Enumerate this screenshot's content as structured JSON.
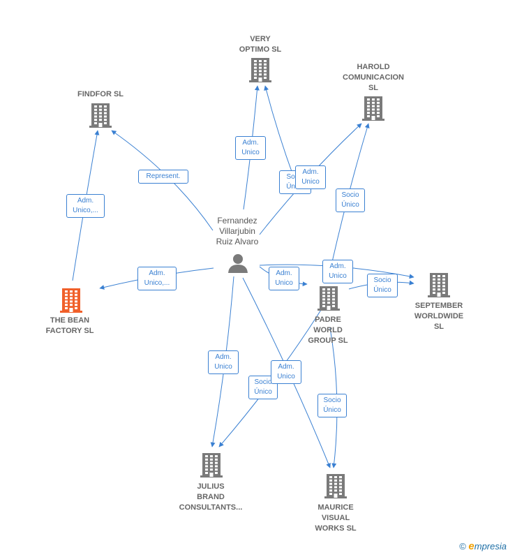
{
  "colors": {
    "edge": "#3a80d2",
    "building": "#7a7a7a",
    "focus": "#f0602a",
    "person": "#7a7a7a"
  },
  "nodes": [
    {
      "id": "very_optimo",
      "label": "VERY\nOPTIMO  SL",
      "kind": "company"
    },
    {
      "id": "harold",
      "label": "HAROLD\nCOMUNICACION\nSL",
      "kind": "company"
    },
    {
      "id": "findfor",
      "label": "FINDFOR  SL",
      "kind": "company"
    },
    {
      "id": "person",
      "label": "Fernandez\nVillarjubin\nRuiz Alvaro",
      "kind": "person"
    },
    {
      "id": "bean",
      "label": "THE BEAN\nFACTORY  SL",
      "kind": "focus"
    },
    {
      "id": "padre",
      "label": "PADRE\nWORLD\nGROUP  SL",
      "kind": "company"
    },
    {
      "id": "september",
      "label": "SEPTEMBER\nWORLDWIDE\nSL",
      "kind": "company"
    },
    {
      "id": "julius",
      "label": "JULIUS\nBRAND\nCONSULTANTS...",
      "kind": "company"
    },
    {
      "id": "maurice",
      "label": "MAURICE\nVISUAL\nWORKS  SL",
      "kind": "company"
    }
  ],
  "edges": [
    {
      "label": "Adm.\nUnico"
    },
    {
      "label": "Socio\nÚnico"
    },
    {
      "label": "Adm.\nUnico"
    },
    {
      "label": "Socio\nÚnico"
    },
    {
      "label": "Represent."
    },
    {
      "label": "Adm.\nUnico,..."
    },
    {
      "label": "Adm.\nUnico,..."
    },
    {
      "label": "Adm.\nUnico"
    },
    {
      "label": "Adm.\nUnico"
    },
    {
      "label": "Socio\nÚnico"
    },
    {
      "label": "Adm.\nUnico"
    },
    {
      "label": "Socio\nÚnico"
    },
    {
      "label": "Adm.\nUnico"
    },
    {
      "label": "Socio\nÚnico"
    }
  ],
  "footer": {
    "copyright": "©",
    "brand_e": "e",
    "brand_rest": "mpresia"
  }
}
